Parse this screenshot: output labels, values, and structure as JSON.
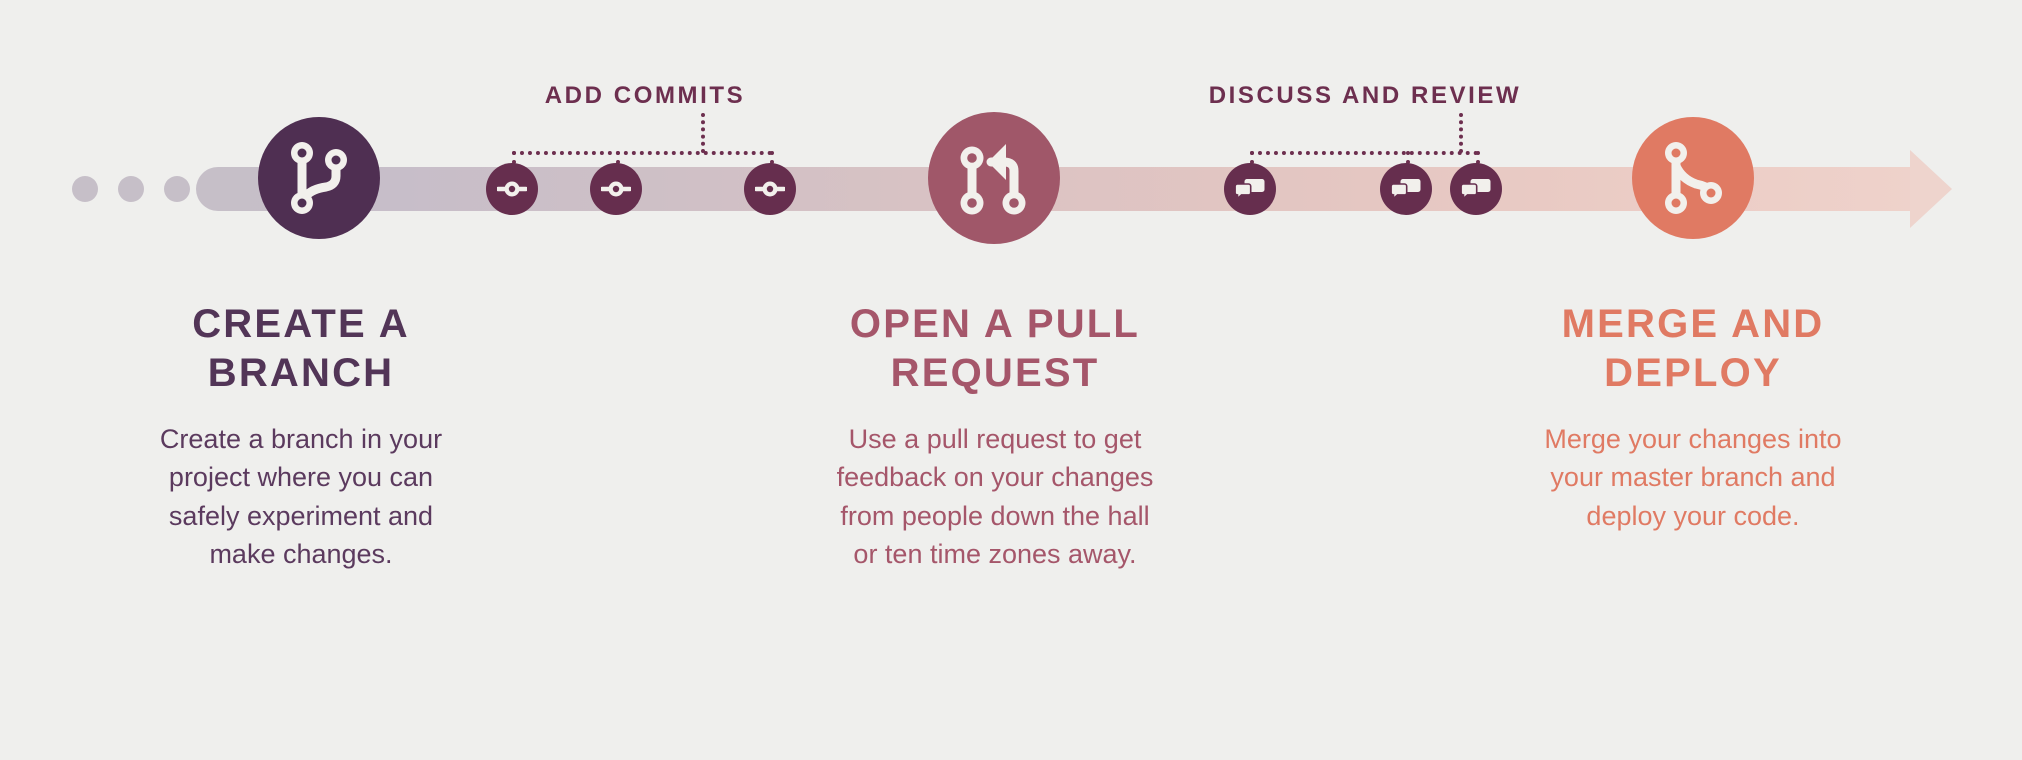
{
  "page": {
    "background": "#efefed",
    "title": "GitHub Flow diagram"
  },
  "timeline": {
    "lead_dots": 3,
    "track_start_color": "#c6bfc8",
    "track_end_color": "#eed2cb",
    "arrow_color": "#eed4cd"
  },
  "groups": [
    {
      "id": "add-commits",
      "label": "ADD COMMITS",
      "color": "#6d2f4f",
      "marker_count": 3,
      "marker_icon": "commit-icon"
    },
    {
      "id": "discuss-and-review",
      "label": "DISCUSS AND REVIEW",
      "color": "#6d2f4f",
      "marker_count": 3,
      "marker_icon": "comment-icon"
    }
  ],
  "stages": [
    {
      "id": "create-a-branch",
      "icon": "git-branch-icon",
      "circle_color": "#4f2f52",
      "title": "CREATE A\nBRANCH",
      "title_line1": "CREATE A",
      "title_line2": "BRANCH",
      "title_color": "#523557",
      "body": "Create a branch in your project where you can safely experiment and make changes.",
      "body_color": "#5b3a5e"
    },
    {
      "id": "open-a-pull-request",
      "icon": "git-pull-request-icon",
      "circle_color": "#a05769",
      "title_line1": "OPEN A PULL",
      "title_line2": "REQUEST",
      "title_color": "#a5566a",
      "body": "Use a pull request to get feedback on your changes from people down the hall or ten time zones away.",
      "body_color": "#a5566a"
    },
    {
      "id": "merge-and-deploy",
      "icon": "git-merge-icon",
      "circle_color": "#e07a63",
      "title_line1": "MERGE AND",
      "title_line2": "DEPLOY",
      "title_color": "#e07a63",
      "body": "Merge your changes into your master branch and deploy your code.",
      "body_color": "#e07a63"
    }
  ]
}
